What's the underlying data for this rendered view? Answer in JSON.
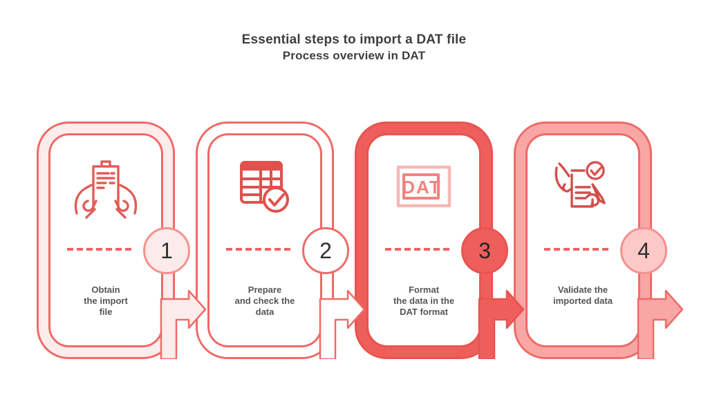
{
  "title": {
    "line1": "Essential steps to import a DAT file",
    "line2": "Process overview in DAT"
  },
  "steps": [
    {
      "number": "1",
      "icon": "hands-holding-document-icon",
      "label_lines": [
        "Obtain",
        "the import",
        "file"
      ],
      "card_color": "#fdecec",
      "stroke_color": "#ef6a66",
      "circle_color": "#fdeaea"
    },
    {
      "number": "2",
      "icon": "data-table-check-icon",
      "label_lines": [
        "Prepare",
        "and check the",
        "data"
      ],
      "card_color": "#ffffff",
      "stroke_color": "#ef6a66",
      "circle_color": "#ffffff"
    },
    {
      "number": "3",
      "icon": "dat-file-label-icon",
      "icon_text": "DAT",
      "label_lines": [
        "Format",
        "the data in the",
        "DAT format"
      ],
      "card_color": "#ee5f5b",
      "stroke_color": "#e85450",
      "circle_color": "#ee5f5b"
    },
    {
      "number": "4",
      "icon": "document-review-check-icon",
      "label_lines": [
        "Validate the",
        "imported data",
        ""
      ],
      "card_color": "#f9a7a5",
      "stroke_color": "#ef6a66",
      "circle_color": "#fbc9c7"
    }
  ],
  "colors": {
    "accent_red": "#ee6461",
    "deep_red": "#e85450",
    "light_pink": "#fdecec",
    "mid_pink": "#f9a7a5",
    "title_text": "#3e3e3e",
    "label_text": "#555555",
    "number_text": "#2e2e2e",
    "background": "#ffffff"
  }
}
